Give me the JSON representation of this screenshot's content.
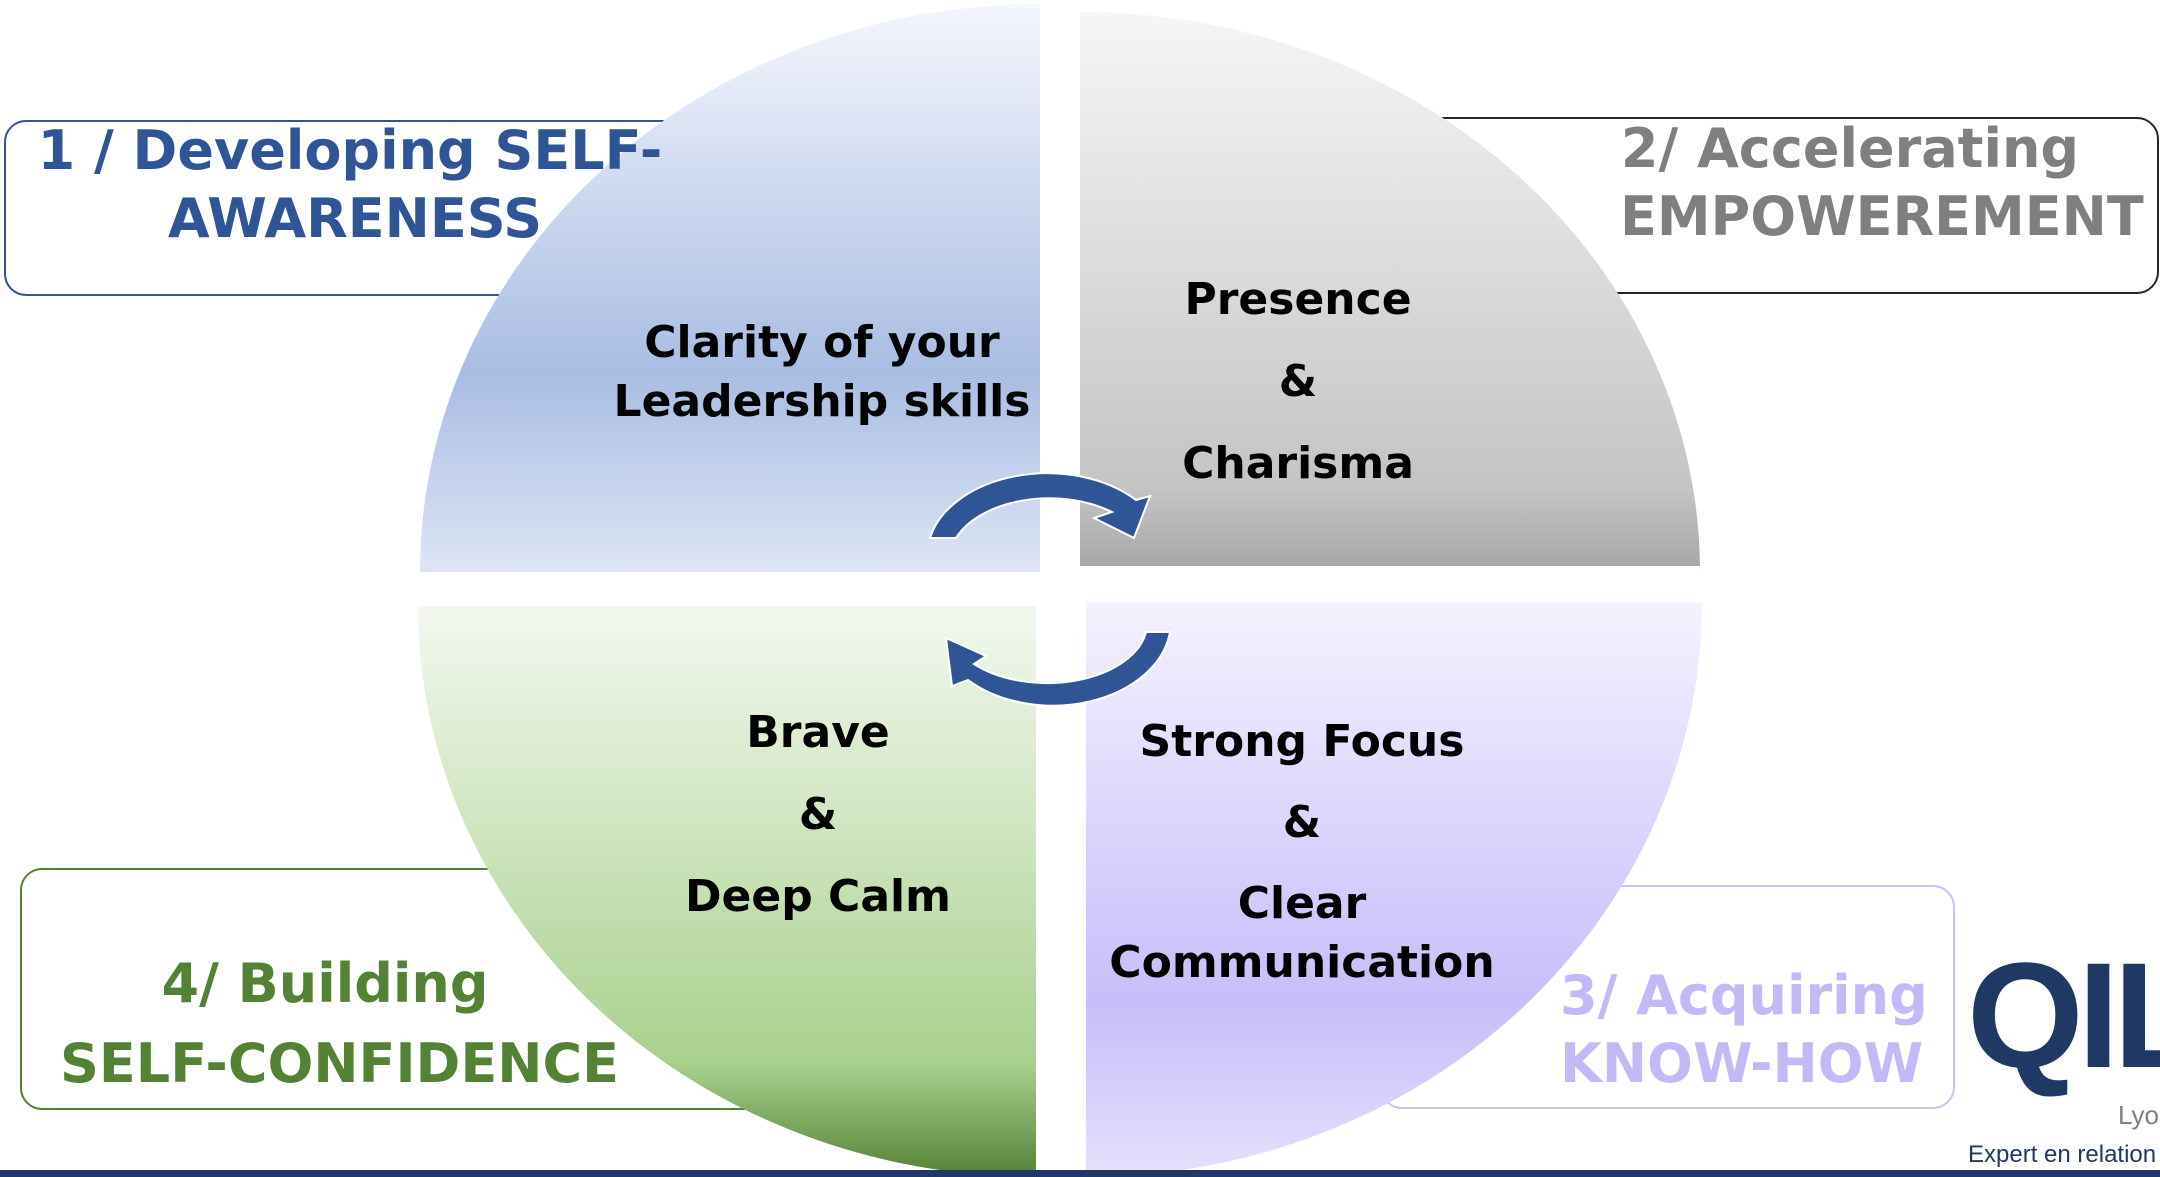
{
  "boxes": {
    "b1": {
      "line1": "1 / Developing SELF-",
      "line2": "AWARENESS",
      "color": "#2f5597"
    },
    "b2": {
      "line1": "2/ Accelerating",
      "line2": "EMPOWEREMENT",
      "color": "#7f7f7f"
    },
    "b3": {
      "line1": "3/ Acquiring",
      "line2": "KNOW-HOW",
      "color": "#c3b9f7"
    },
    "b4": {
      "line1": "4/ Building",
      "line2": "SELF-CONFIDENCE",
      "color": "#548235"
    }
  },
  "quadrants": {
    "q1": {
      "line1": "Clarity of your",
      "line2": "Leadership skills",
      "color": "#a9bde3"
    },
    "q2": {
      "line1": "Presence",
      "line2": "&",
      "line3": "Charisma",
      "color": "#bfbfbf"
    },
    "q3": {
      "line1": "Strong Focus",
      "line2": "&",
      "line3": "Clear",
      "line4": "Communication",
      "color": "#c4b8f8"
    },
    "q4": {
      "line1": "Brave",
      "line2": "&",
      "line3": "Deep Calm",
      "color": "#a9d18e"
    }
  },
  "arrows": {
    "color": "#2f5597"
  },
  "logo": {
    "word": "QIL",
    "city": "Lyo",
    "tagline": "Expert en relation"
  }
}
